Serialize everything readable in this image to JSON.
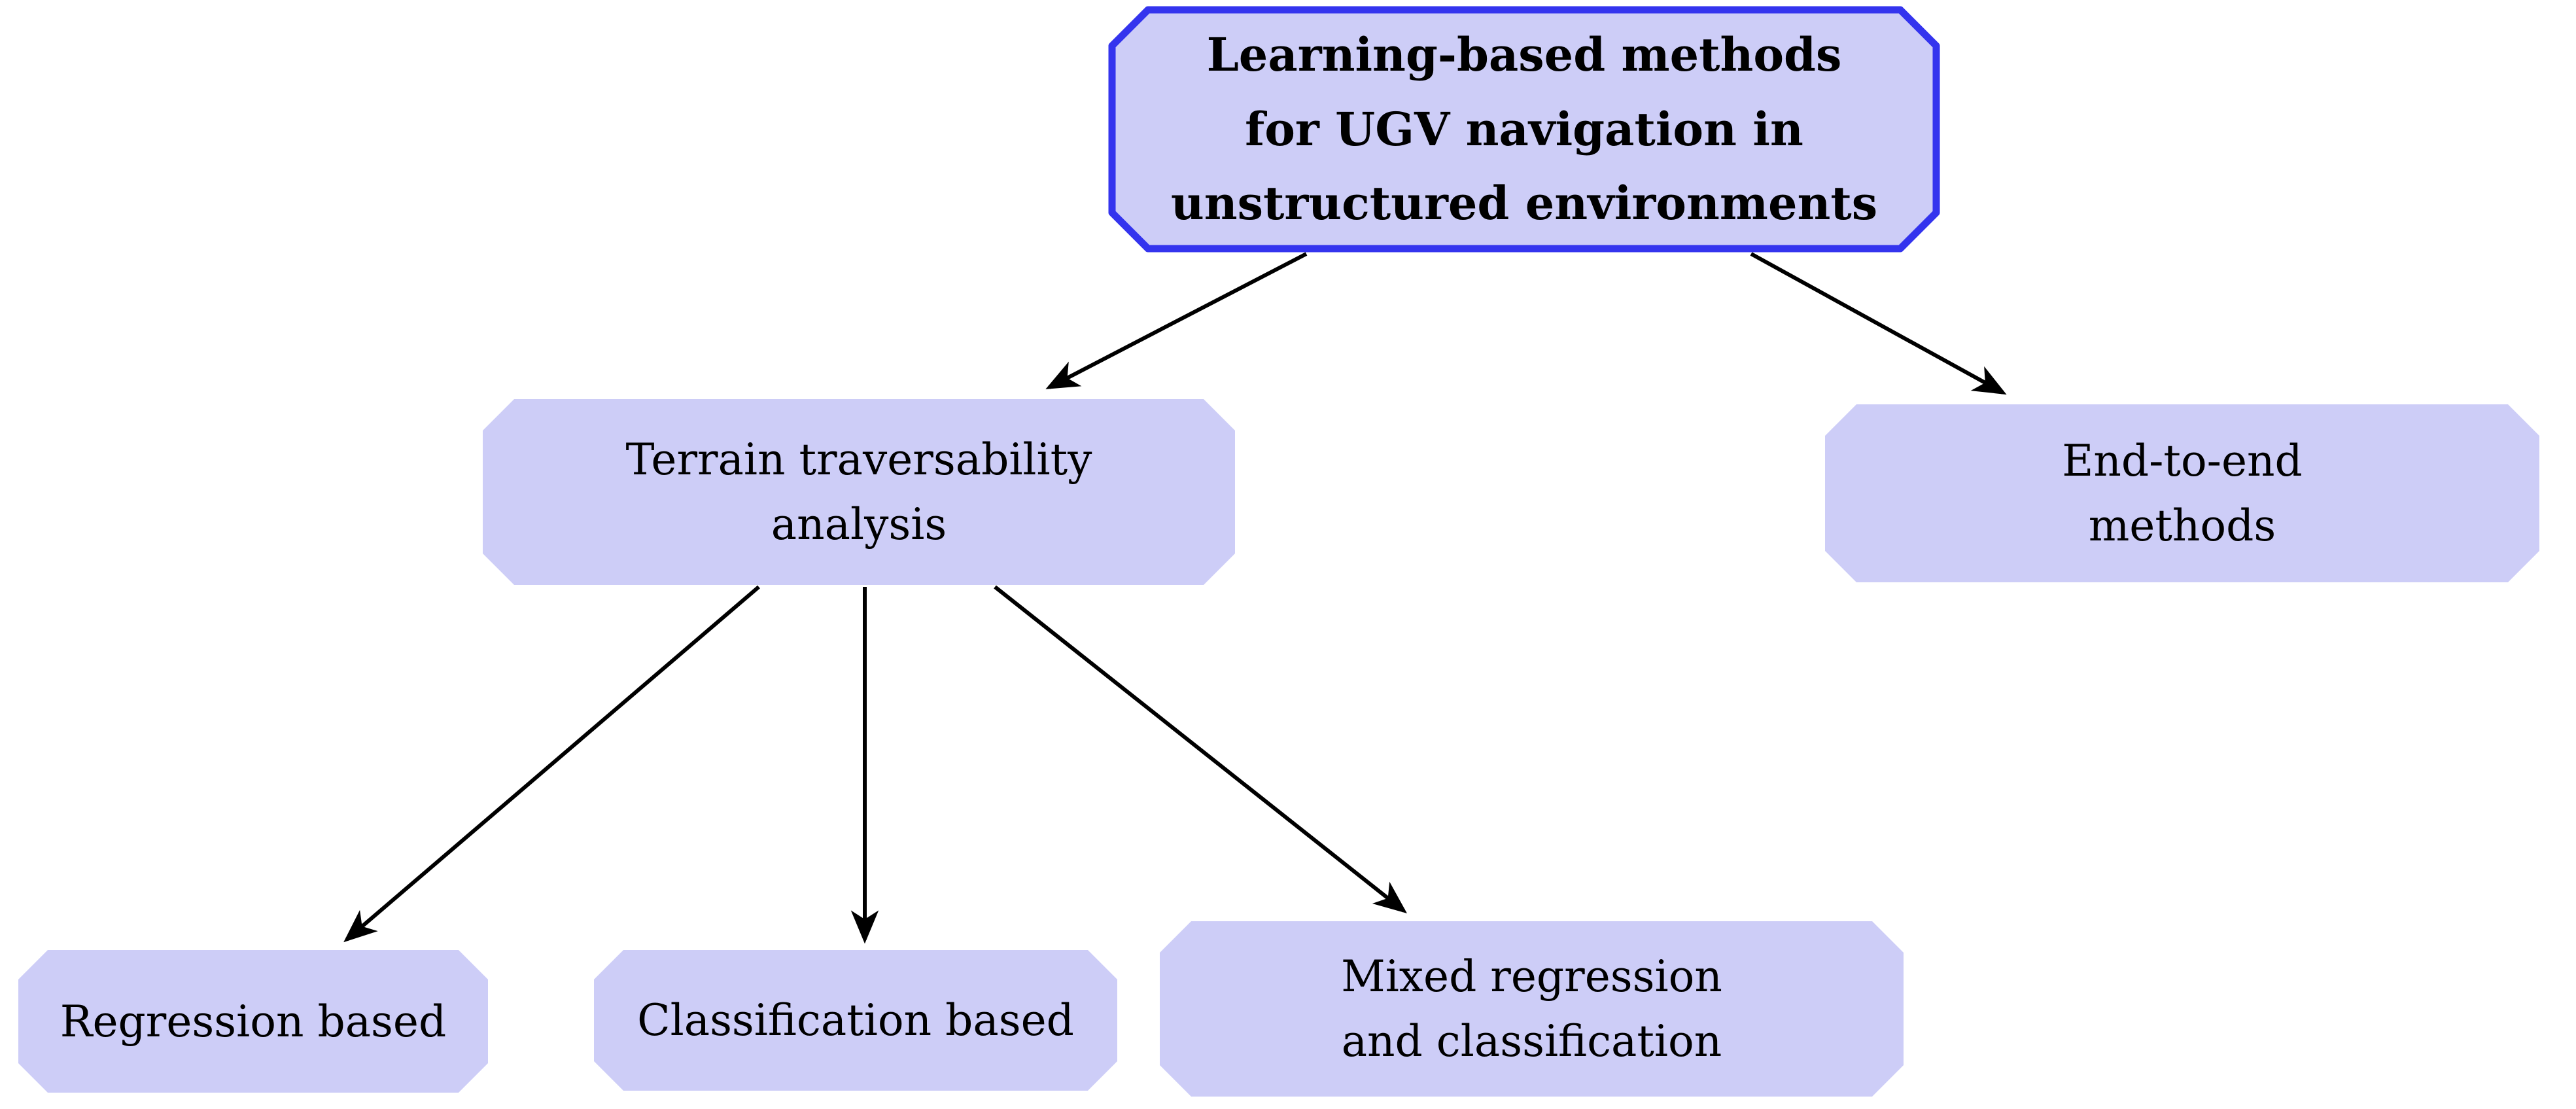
{
  "diagram": {
    "type": "tree-flowchart",
    "title": "Learning-based methods for UGV navigation in unstructured environments",
    "nodes": {
      "root": {
        "label": "Learning-based methods\nfor UGV navigation in\nunstructured environments",
        "level": 0,
        "emphasis": "bold, blue outlined"
      },
      "terrain": {
        "label": "Terrain traversability\nanalysis",
        "level": 1
      },
      "end_to_end": {
        "label": "End-to-end\nmethods",
        "level": 1
      },
      "regression": {
        "label": "Regression based",
        "level": 2
      },
      "classification": {
        "label": "Classification based",
        "level": 2
      },
      "mixed": {
        "label": "Mixed regression\nand classification",
        "level": 2
      }
    },
    "edges": [
      {
        "from": "root",
        "to": "terrain"
      },
      {
        "from": "root",
        "to": "end_to_end"
      },
      {
        "from": "terrain",
        "to": "regression"
      },
      {
        "from": "terrain",
        "to": "classification"
      },
      {
        "from": "terrain",
        "to": "mixed"
      }
    ],
    "colors": {
      "node_fill": "#cdcdf7",
      "root_border": "#3434ee",
      "arrow_color": "#000000",
      "text_color": "#000000",
      "background": "#ffffff"
    }
  }
}
